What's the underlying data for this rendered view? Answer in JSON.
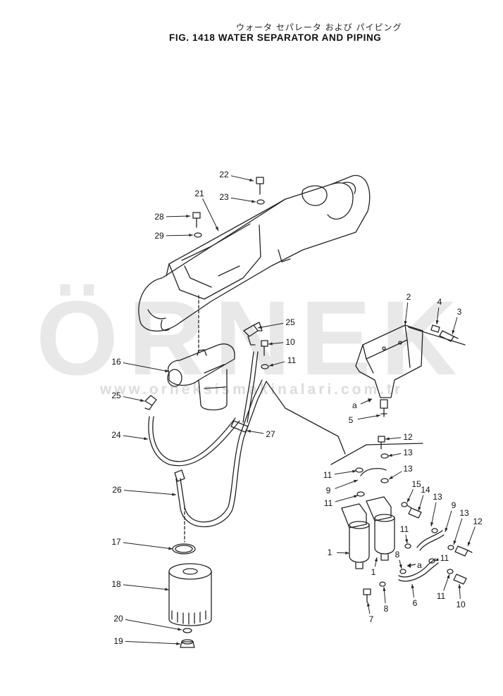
{
  "title": {
    "japanese": "ウォータ セパレータ および パイピング",
    "english": "FIG. 1418  WATER SEPARATOR AND PIPING"
  },
  "watermark": {
    "logo": "ÖRNEK",
    "url": "www.orneksismakinalari.com.tr",
    "colors": {
      "logo": "#e6e6e6",
      "accent": "#f4d98a"
    }
  },
  "ref_letter": "a",
  "callouts": [
    {
      "label": "22"
    },
    {
      "label": "21"
    },
    {
      "label": "23"
    },
    {
      "label": "28"
    },
    {
      "label": "29"
    },
    {
      "label": "2"
    },
    {
      "label": "4"
    },
    {
      "label": "3"
    },
    {
      "label": "25"
    },
    {
      "label": "10"
    },
    {
      "label": "16"
    },
    {
      "label": "11"
    },
    {
      "label": "25"
    },
    {
      "label": "27"
    },
    {
      "label": "24"
    },
    {
      "label": "5"
    },
    {
      "label": "12"
    },
    {
      "label": "13"
    },
    {
      "label": "11"
    },
    {
      "label": "13"
    },
    {
      "label": "9"
    },
    {
      "label": "15"
    },
    {
      "label": "14"
    },
    {
      "label": "26"
    },
    {
      "label": "11"
    },
    {
      "label": "13"
    },
    {
      "label": "9"
    },
    {
      "label": "13"
    },
    {
      "label": "12"
    },
    {
      "label": "11"
    },
    {
      "label": "17"
    },
    {
      "label": "1"
    },
    {
      "label": "1"
    },
    {
      "label": "8"
    },
    {
      "label": "11"
    },
    {
      "label": "18"
    },
    {
      "label": "8"
    },
    {
      "label": "11"
    },
    {
      "label": "6"
    },
    {
      "label": "10"
    },
    {
      "label": "7"
    },
    {
      "label": "20"
    },
    {
      "label": "19"
    }
  ]
}
